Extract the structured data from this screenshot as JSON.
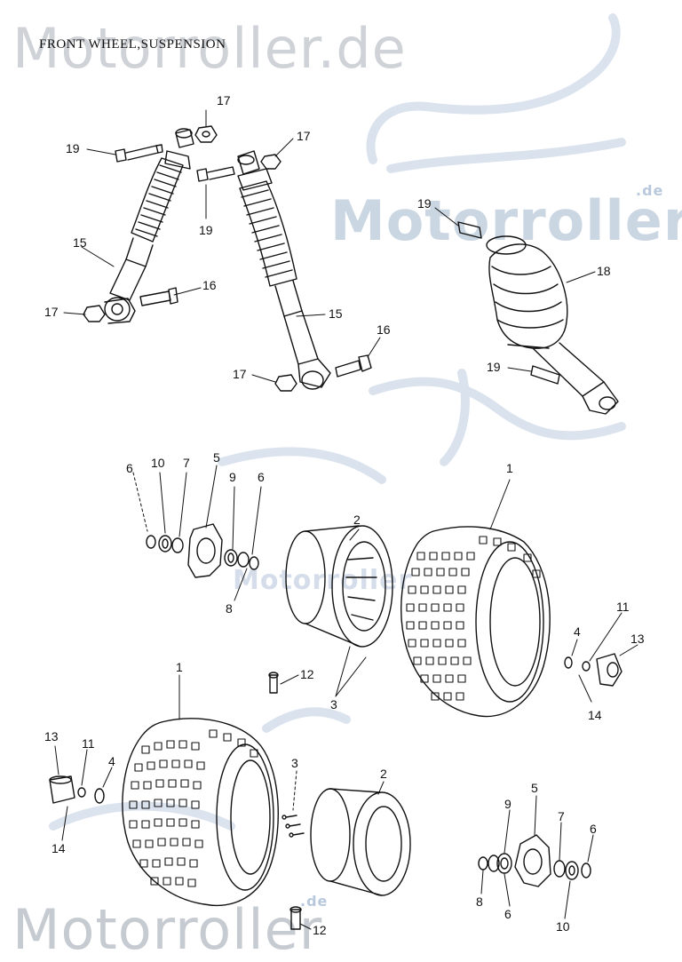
{
  "watermarks": {
    "top": "Motorroller.de",
    "middle": "Motorroller",
    "middle_tld": ".de",
    "center_faint": "Motorroller",
    "bottom": "Motorroller",
    "bottom_tld": ".de"
  },
  "diagram_title": "FRONT WHEEL,SUSPENSION",
  "callouts": {
    "c17_a": "17",
    "c19_a": "19",
    "c15_a": "15",
    "c16_a": "16",
    "c17_b": "17",
    "c19_b": "19",
    "c17_c": "17",
    "c15_b": "15",
    "c16_b": "16",
    "c17_d": "17",
    "c19_c": "19",
    "c18": "18",
    "c19_d": "19",
    "u6_a": "6",
    "u10_a": "10",
    "u7_a": "7",
    "u5_a": "5",
    "u9_a": "9",
    "u6_b": "6",
    "u8_a": "8",
    "u2_a": "2",
    "u1_a": "1",
    "u12_a": "12",
    "u3_a": "3",
    "u4_a": "4",
    "u11_a": "11",
    "u13_a": "13",
    "u14_a": "14",
    "l1": "1",
    "l13": "13",
    "l11": "11",
    "l4": "4",
    "l14": "14",
    "l3": "3",
    "l2": "2",
    "l12": "12",
    "l5": "5",
    "l9": "9",
    "l7": "7",
    "l6_a": "6",
    "l8": "8",
    "l6_b": "6",
    "l10": "10"
  },
  "colors": {
    "line": "#111111",
    "watermark": "#c9d6e6"
  }
}
